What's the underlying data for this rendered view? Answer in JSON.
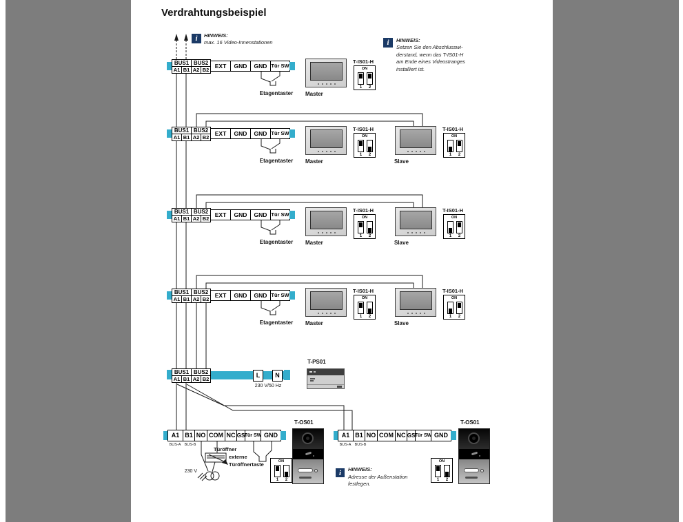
{
  "title": "Verdrahtungsbeispiel",
  "colors": {
    "accent": "#33ADCC",
    "note_icon_bg": "#1B3A66"
  },
  "icon_glyph": "i",
  "notes": {
    "top": {
      "heading": "HINWEIS:",
      "lines": [
        "max. 16 Video-Innenstationen"
      ]
    },
    "right": {
      "heading": "HINWEIS:",
      "lines": [
        "Setzen Sie den Abschlusswi-",
        "derstand, wenn das T-IS01-H",
        "am Ende eines Videostranges",
        "installiert ist."
      ]
    },
    "door": {
      "heading": "HINWEIS:",
      "lines": [
        "Adresse der Außenstation",
        "festlegen."
      ]
    }
  },
  "indoor_terminal": {
    "bus_groups": [
      {
        "label": "BUS1",
        "cells": [
          "A1",
          "B1"
        ]
      },
      {
        "label": "BUS2",
        "cells": [
          "A2",
          "B2"
        ]
      }
    ],
    "cells": [
      "EXT",
      "GND",
      "GND",
      "Tür SW"
    ]
  },
  "indoor_rows": [
    {
      "etagentaster": "Etagentaster",
      "stations": [
        {
          "label": "Master",
          "dip_label": "T-IS01-H",
          "dip": [
            true,
            true
          ]
        }
      ]
    },
    {
      "etagentaster": "Etagentaster",
      "stations": [
        {
          "label": "Master",
          "dip_label": "T-IS01-H",
          "dip": [
            true,
            false
          ]
        },
        {
          "label": "Slave",
          "dip_label": "T-IS01-H",
          "dip": [
            false,
            true
          ]
        }
      ]
    },
    {
      "etagentaster": "Etagentaster",
      "stations": [
        {
          "label": "Master",
          "dip_label": "T-IS01-H",
          "dip": [
            true,
            false
          ]
        },
        {
          "label": "Slave",
          "dip_label": "T-IS01-H",
          "dip": [
            false,
            true
          ]
        }
      ]
    },
    {
      "etagentaster": "Etagentaster",
      "stations": [
        {
          "label": "Master",
          "dip_label": "T-IS01-H",
          "dip": [
            true,
            false
          ]
        },
        {
          "label": "Slave",
          "dip_label": "T-IS01-H",
          "dip": [
            false,
            true
          ]
        }
      ]
    }
  ],
  "power_row": {
    "bus_groups": [
      {
        "label": "BUS1",
        "cells": [
          "A1",
          "B1"
        ]
      },
      {
        "label": "BUS2",
        "cells": [
          "A2",
          "B2"
        ]
      }
    ],
    "l_label": "L",
    "n_label": "N",
    "voltage": "230 V/50 Hz",
    "device_label": "T-PS01"
  },
  "door_terminal": {
    "cells": [
      "A1",
      "B1",
      "NO",
      "COM",
      "NC",
      "GS",
      "Tür SW",
      "GND"
    ],
    "bus_a": "BUS-A",
    "bus_b": "BUS-B"
  },
  "door_stations": [
    {
      "device_label": "T-OS01",
      "dip": [
        true,
        false
      ]
    },
    {
      "device_label": "T-OS01",
      "dip": [
        true,
        false
      ]
    }
  ],
  "door_wiring_labels": {
    "opener": "Türöffner",
    "external_1": "externe",
    "external_2": "Türöffnertaste",
    "mains": "230 V"
  },
  "dip_legend": {
    "on": "ON",
    "one": "1",
    "two": "2"
  }
}
